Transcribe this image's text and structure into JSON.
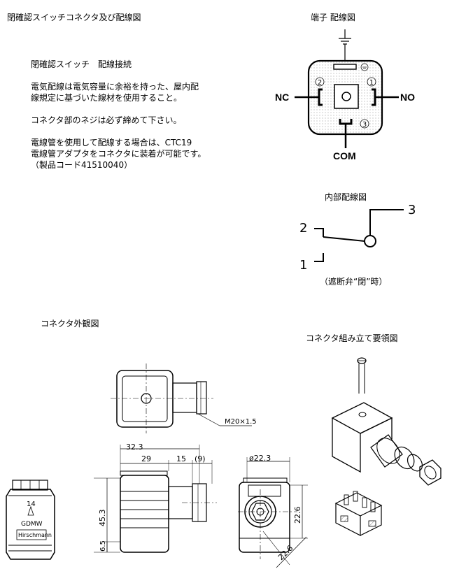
{
  "page": {
    "title": "閉確認スイッチコネクタ及び配線図"
  },
  "wiring_notes": {
    "heading": "閉確認スイッチ　配線接続",
    "para1_line1": "電気配線は電気容量に余裕を持った、屋内配",
    "para1_line2": "線規定に基づいた線材を使用すること。",
    "para2": "コネクタ部のネジは必ず締めて下さい。",
    "para3_line1": "電線管を使用して配線する場合は、CTC19",
    "para3_line2": "電線管アダプタをコネクタに装着が可能です。",
    "para3_line3": "（製品コード41510040）"
  },
  "terminal_diagram": {
    "title": "端子 配線図",
    "nc": "NC",
    "no": "NO",
    "com": "COM",
    "n1": "1",
    "n2": "2",
    "n3": "3"
  },
  "internal_wiring": {
    "title": "内部配線図",
    "n1": "1",
    "n2": "2",
    "n3": "3",
    "caption": "（遮断弁“閉”時）"
  },
  "connector_view": {
    "title": "コネクタ外観図",
    "thread": "M20×1.5",
    "dim_32_3": "32.3",
    "dim_29": "29",
    "dim_15": "15",
    "dim_9": "(9)",
    "dim_phi": "ø22.3",
    "dim_45_3": "45.3",
    "dim_6_5": "6.5",
    "dim_22_6_v": "22.6",
    "dim_22_6_d": "22.6",
    "label_14": "14",
    "label_gdmw": "GDMW",
    "label_brand": "Hirschmann"
  },
  "assembly": {
    "title": "コネクタ組み立て要領図"
  }
}
